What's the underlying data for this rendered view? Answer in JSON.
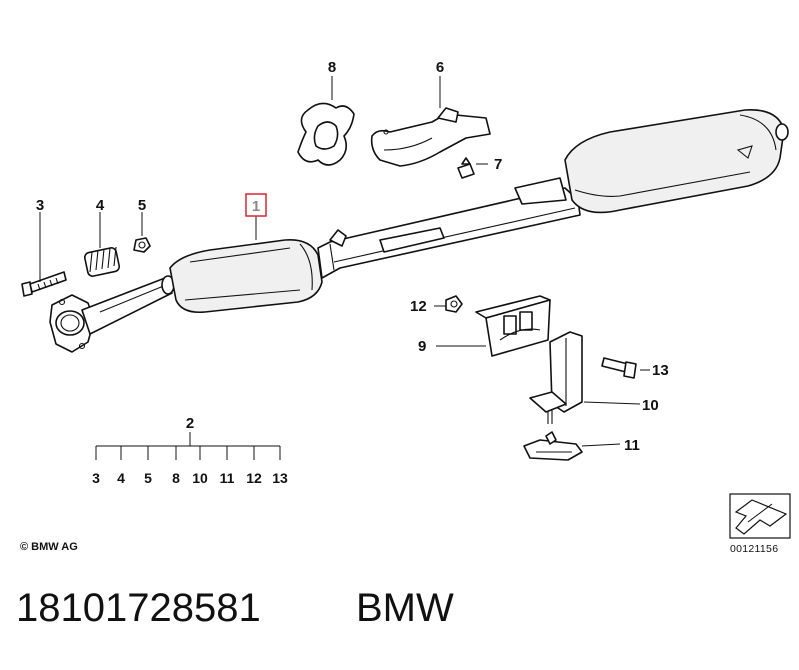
{
  "labels": {
    "p1": "1",
    "p2": "2",
    "p3": "3",
    "p4": "4",
    "p5": "5",
    "p6": "6",
    "p7": "7",
    "p8": "8",
    "p9": "9",
    "p10": "10",
    "p11": "11",
    "p12": "12",
    "p13": "13"
  },
  "kit_contents": [
    "3",
    "4",
    "5",
    "8",
    "10",
    "11",
    "12",
    "13"
  ],
  "copyright": "© BMW AG",
  "diagram_id": "00121156",
  "part_number": "18101728581",
  "brand": "BMW",
  "colors": {
    "line": "#111111",
    "highlight": "#e0232d",
    "background": "#ffffff"
  }
}
